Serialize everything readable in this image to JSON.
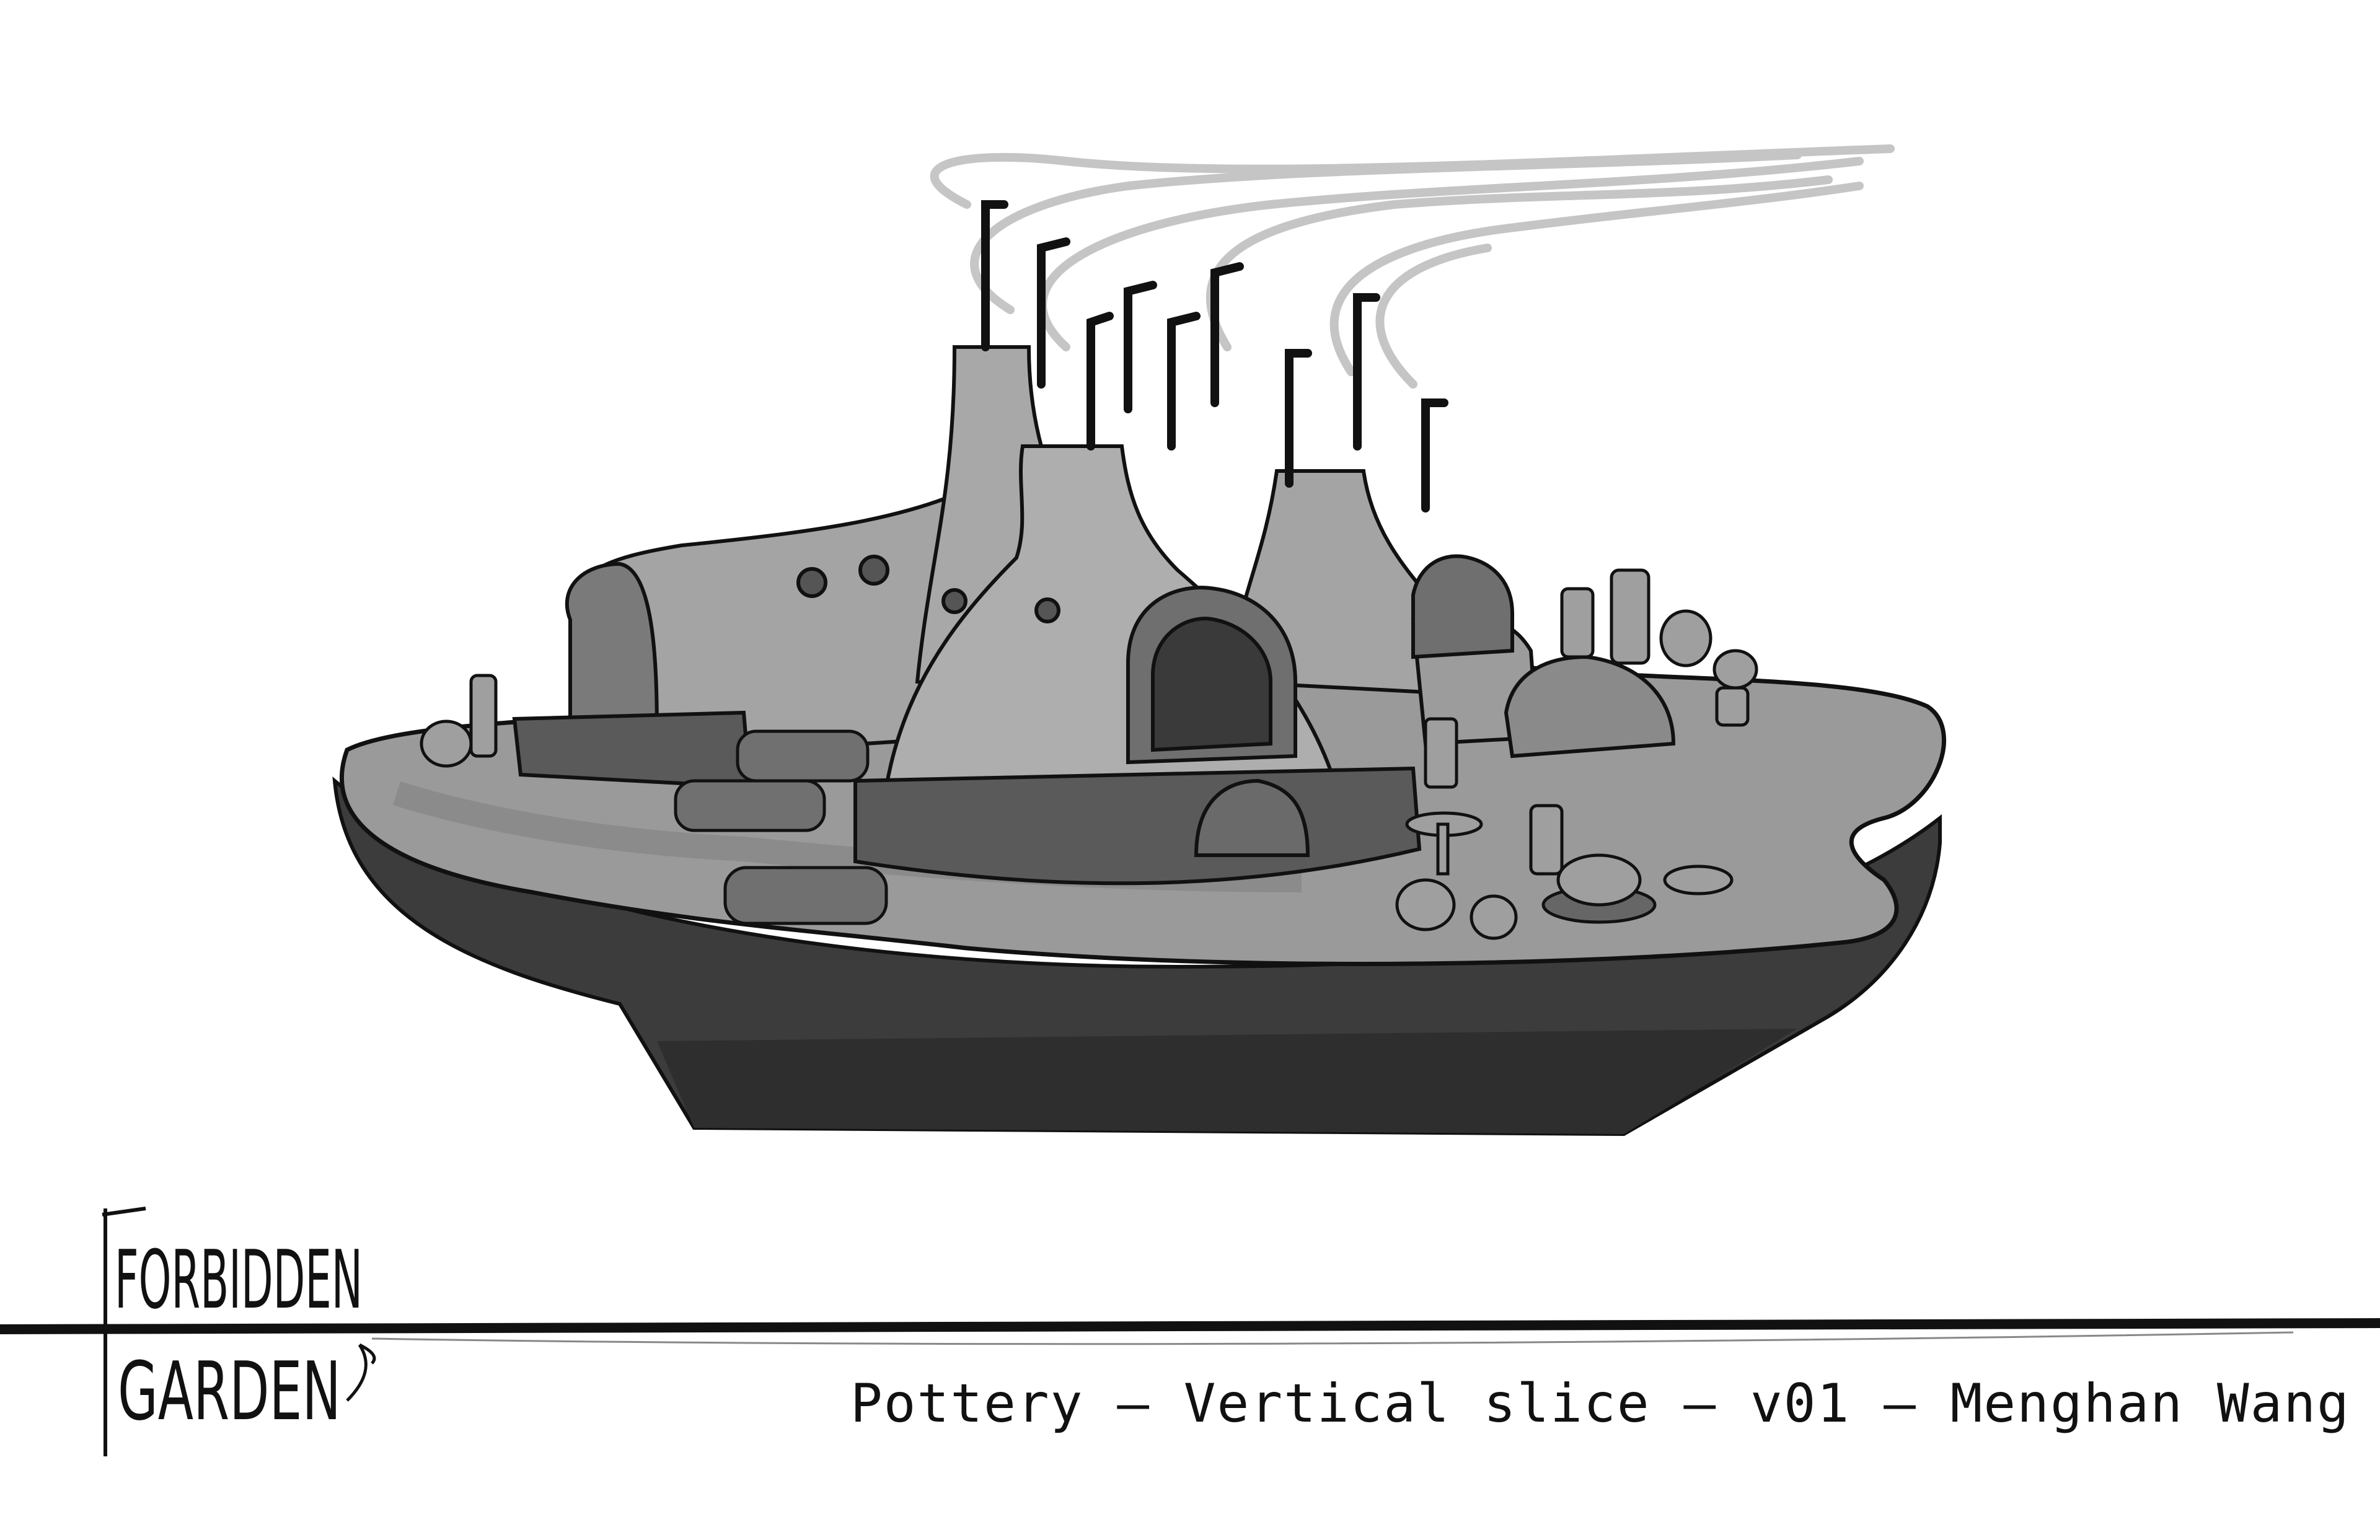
{
  "logo": {
    "line1": "FORBIDDEN",
    "line2": "GARDEN"
  },
  "caption": "Pottery – Vertical slice – v01 – Menghan Wang",
  "colors": {
    "ink": "#111111",
    "island_top": "#9a9a9a",
    "island_side": "#3c3c3c",
    "kiln": "#a8a8a8",
    "smoke": "#bdbdbd",
    "background": "#ffffff"
  },
  "icons": [
    "forbidden-garden-logo",
    "pottery-kiln-illustration"
  ]
}
